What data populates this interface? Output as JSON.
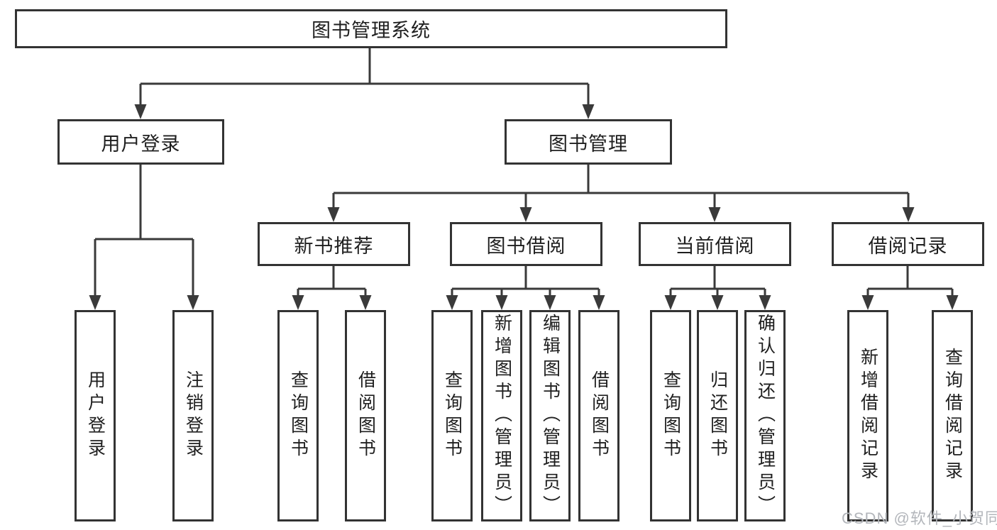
{
  "colors": {
    "border": "#333333",
    "line": "#3a3a3a",
    "text": "#1f1f1f",
    "background": "#ffffff",
    "watermark": "#b3b6bb"
  },
  "nodes": {
    "root": "图书管理系统",
    "level2": [
      "用户登录",
      "图书管理"
    ],
    "level3": [
      "新书推荐",
      "图书借阅",
      "当前借阅",
      "借阅记录"
    ],
    "level4": {
      "user_login": [
        "用户登录",
        "注销登录"
      ],
      "new_books": [
        "查询图书",
        "借阅图书"
      ],
      "borrow": [
        "查询图书",
        "新增图书（管理员）",
        "编辑图书（管理员）",
        "借阅图书"
      ],
      "current": [
        "查询图书",
        "归还图书",
        "确认归还（管理员）"
      ],
      "records": [
        "新增借阅记录",
        "查询借阅记录"
      ]
    }
  },
  "watermark": {
    "text": "CSDN @软件_小贺同学"
  }
}
